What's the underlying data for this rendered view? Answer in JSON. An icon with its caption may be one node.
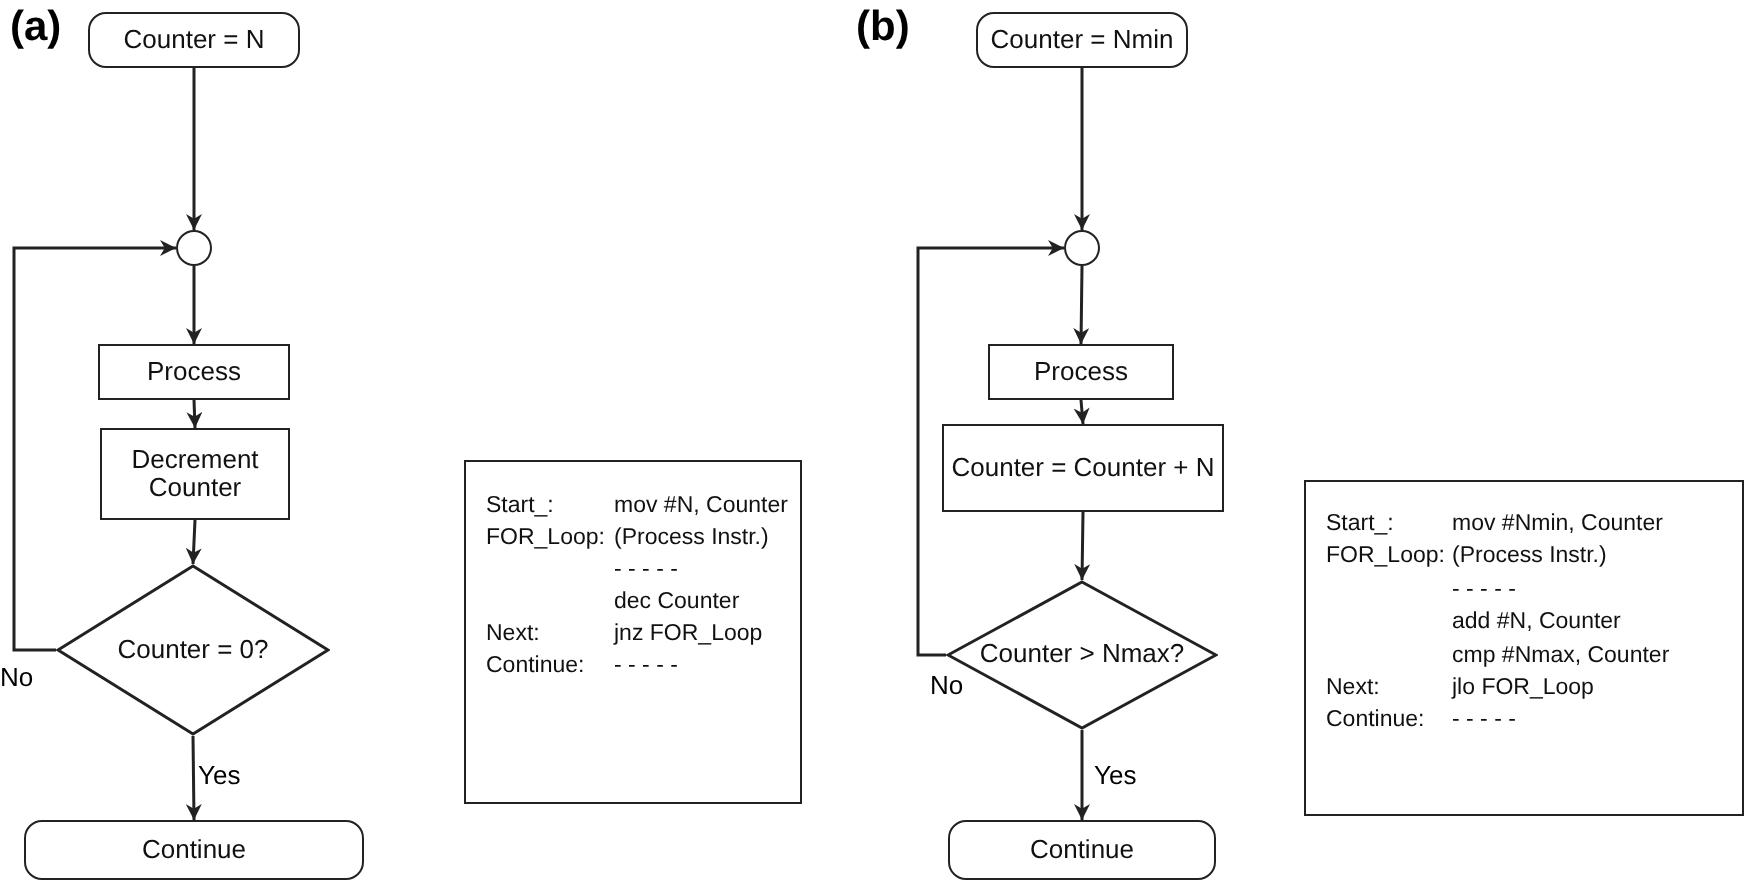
{
  "diagram": {
    "nodes": [
      {
        "text": [
          "Counter = N"
        ]
      },
      {
        "text": [],
        "shape": "circle"
      },
      {
        "text": [
          "Process"
        ]
      },
      {
        "text": [
          "Decrement Counter"
        ]
      },
      {
        "text": [
          "Counter = 0?"
        ]
      },
      {
        "text": [
          "Continue"
        ]
      },
      {
        "text": [
          "Start_:",
          "mov #N, Counter",
          "FOR_Loop:",
          "(Process Instr.)",
          "- - - - -",
          "dec Counter",
          "Next:",
          "jnz FOR_Loop",
          "Continue:",
          "- - - - -"
        ]
      },
      {
        "text": [
          "Counter = Nmin"
        ]
      },
      {
        "text": [],
        "shape": "circle"
      },
      {
        "text": [
          "Process"
        ]
      },
      {
        "text": [
          "Counter = Counter + N"
        ]
      },
      {
        "text": [
          "Counter > Nmax?"
        ]
      },
      {
        "text": [
          "Continue"
        ]
      },
      {
        "text": [
          "Start_:",
          "mov #Nmin, Counter",
          "FOR_Loop:",
          "(Process Instr.)",
          "- - - - -",
          "add #N, Counter",
          "cmp #Nmax, Counter",
          "Next:",
          "jlo FOR_Loop",
          "Continue:",
          "- - - - -"
        ]
      }
    ],
    "edges": [
      {
        "from": 0,
        "to": 1,
        "arrow": "to"
      },
      {
        "from": 1,
        "to": 2,
        "arrow": "to"
      },
      {
        "from": 2,
        "to": 3,
        "arrow": "to"
      },
      {
        "from": 3,
        "to": 4,
        "arrow": "to"
      },
      {
        "from": 4,
        "to": 5,
        "arrow": "to",
        "label": "Yes"
      },
      {
        "from": 4,
        "to": 1,
        "arrow": "to",
        "label": "No"
      },
      {
        "from": 7,
        "to": 8,
        "arrow": "to"
      },
      {
        "from": 8,
        "to": 9,
        "arrow": "to"
      },
      {
        "from": 9,
        "to": 10,
        "arrow": "to"
      },
      {
        "from": 10,
        "to": 11,
        "arrow": "to"
      },
      {
        "from": 11,
        "to": 12,
        "arrow": "to",
        "label": "Yes"
      },
      {
        "from": 11,
        "to": 8,
        "arrow": "to",
        "label": "No"
      }
    ],
    "labels": [
      "(a)",
      "(b)"
    ]
  }
}
